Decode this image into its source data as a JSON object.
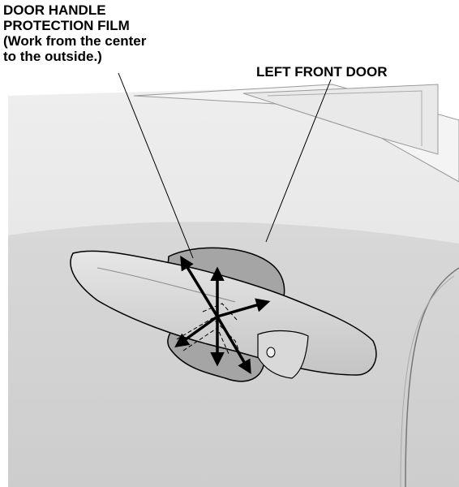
{
  "callouts": {
    "film": {
      "lines": [
        "DOOR HANDLE",
        "PROTECTION FILM",
        "(Work from the center",
        "to the outside.)"
      ]
    },
    "door": {
      "text": "LEFT FRONT DOOR"
    }
  },
  "colors": {
    "door_panel": "#e4e4e4",
    "door_lower": "#d0d0d0",
    "window_area": "#f2f2f2",
    "film": "#9a9a9a",
    "handle": "#cfcfcf",
    "outline": "#000000"
  },
  "icons": {
    "film_direction_arrows": "outward-arrows-icon"
  }
}
